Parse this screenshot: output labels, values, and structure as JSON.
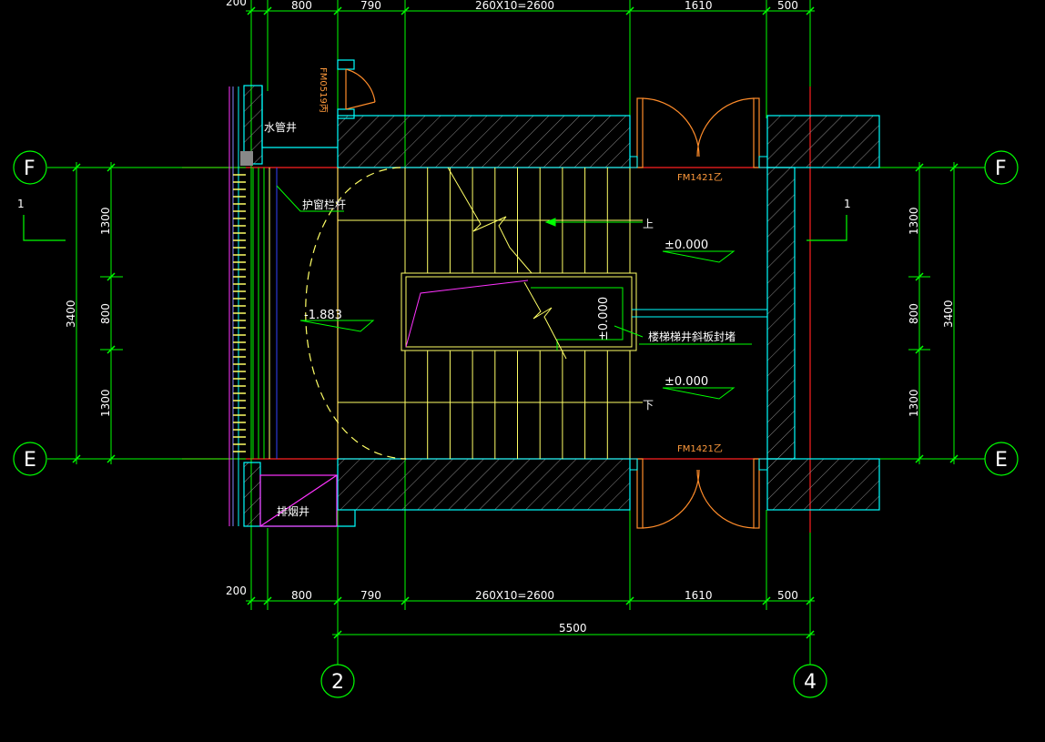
{
  "dimensions": {
    "top": [
      "200",
      "800",
      "790",
      "260X10=2600",
      "1610",
      "500"
    ],
    "bottom": [
      "200",
      "800",
      "790",
      "260X10=2600",
      "1610",
      "500"
    ],
    "overall": "5500",
    "left": [
      "1300",
      "800",
      "1300",
      "3400"
    ],
    "right": [
      "1300",
      "800",
      "1300",
      "3400"
    ]
  },
  "axes": {
    "top_left": "F",
    "top_right": "F",
    "bottom_left": "E",
    "bottom_right": "E",
    "col_left": "2",
    "col_right": "4"
  },
  "section_marks": {
    "left": "1",
    "right": "1"
  },
  "labels": {
    "water_shaft": "水管井",
    "smoke_shaft": "排烟井",
    "window_rail": "护窗栏杆",
    "stair_seal": "楼梯梯井斜板封堵",
    "door_top": "FM1421乙",
    "door_bottom": "FM1421乙",
    "door_side": "FM0519丙",
    "up": "上",
    "down": "下"
  },
  "elevations": {
    "landing": "-1.883",
    "upper": "±0.000",
    "lower": "±0.000",
    "center": "±0.000"
  },
  "colors": {
    "background": "#000000",
    "grid": "#00ff00",
    "wall": "#00ffff",
    "stair": "#ffff66",
    "door": "#ff8c2a",
    "axis_red": "#ff2020",
    "magenta": "#ff33ff",
    "text": "#ffffff"
  }
}
